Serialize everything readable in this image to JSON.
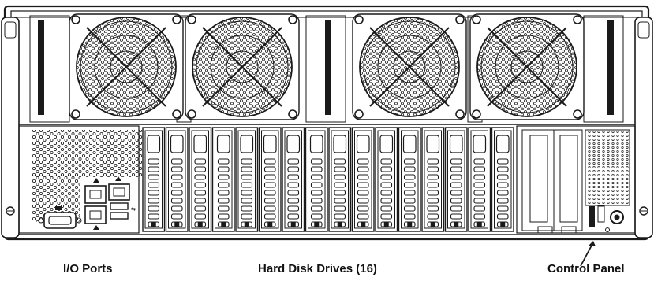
{
  "labels": {
    "io_ports": "I/O Ports",
    "hard_disk_drives": "Hard Disk Drives (16)",
    "control_panel": "Control Panel"
  },
  "counts": {
    "fans": 4,
    "drive_bays": 16
  },
  "colors": {
    "line": "#1a1a1a",
    "background": "#ffffff",
    "text": "#111111"
  }
}
